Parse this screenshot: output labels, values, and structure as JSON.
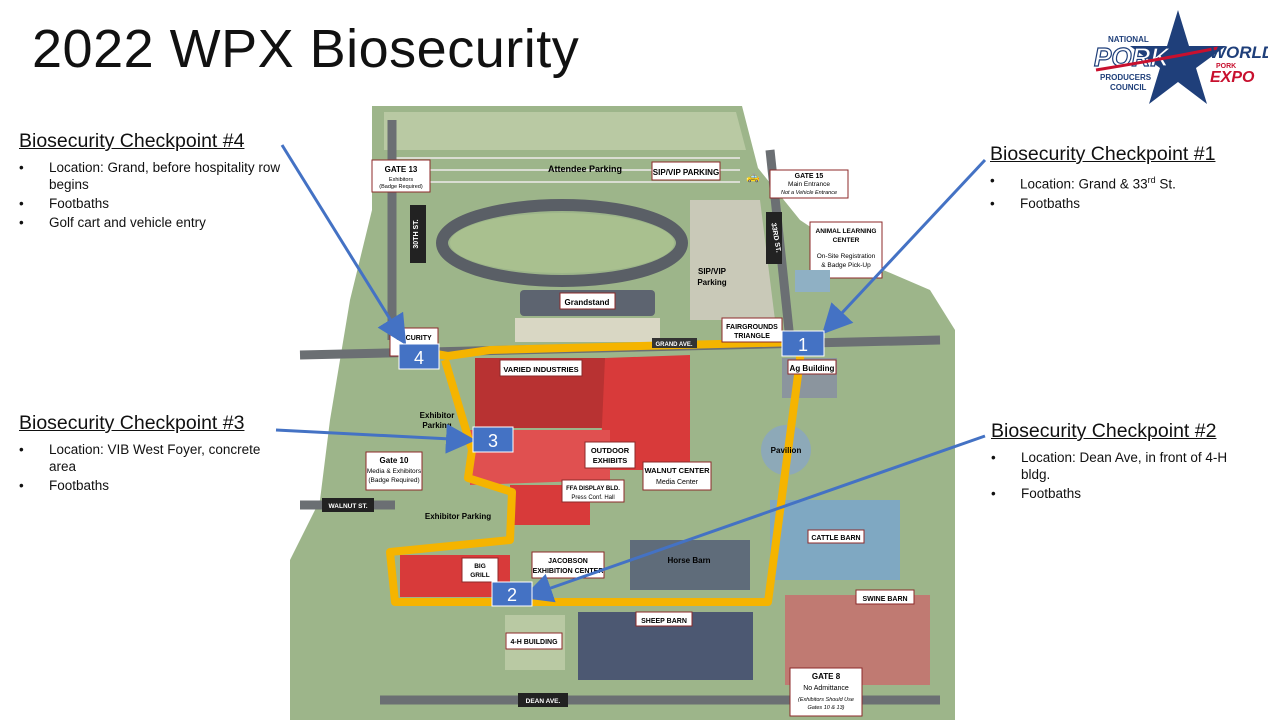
{
  "slide": {
    "title": "2022 WPX Biosecurity"
  },
  "logo": {
    "line1": "NATIONAL",
    "pork": "PORK",
    "line3": "PRODUCERS",
    "line4": "COUNCIL",
    "world": "WORLD",
    "pork_small": "PORK",
    "expo": "EXPO"
  },
  "checkpoints": [
    {
      "heading": "Biosecurity Checkpoint #4",
      "bullets": [
        "Location: Grand, before hospitality row begins",
        "Footbaths",
        "Golf cart and vehicle entry"
      ]
    },
    {
      "heading": "Biosecurity Checkpoint #3",
      "bullets": [
        "Location: VIB West Foyer, concrete area",
        "Footbaths"
      ]
    },
    {
      "heading": "Biosecurity Checkpoint #1",
      "bullets": [
        "Location: Grand & 33",
        "Footbaths"
      ],
      "bullet_sup": "rd",
      "bullet_suffix": " St."
    },
    {
      "heading": "Biosecurity Checkpoint #2",
      "bullets": [
        "Location: Dean Ave, in front of 4-H bldg.",
        "Footbaths"
      ]
    }
  ],
  "markers": [
    "4",
    "3",
    "1",
    "2"
  ],
  "map_labels": {
    "gate13": "GATE 13",
    "gate13_sub1": "Exhibitors",
    "gate13_sub2": "(Badge Required)",
    "attendee_parking": "Attendee Parking",
    "sip_vip_parking": "SIP/VIP PARKING",
    "gate15": "GATE 15",
    "gate15_sub1": "Main Entrance",
    "gate15_sub2": "Not a Vehicle Entrance",
    "st30": "30TH ST.",
    "st33": "33RD ST.",
    "alc1": "ANIMAL LEARNING",
    "alc2": "CENTER",
    "alc3": "On-Site Registration",
    "alc4": "& Badge Pick-Up",
    "sip_vip_lot1": "SIP/VIP",
    "sip_vip_lot2": "Parking",
    "grandstand": "Grandstand",
    "security": "SECURITY",
    "grand_ave": "GRAND AVE.",
    "fairgrounds1": "FAIRGROUNDS",
    "fairgrounds2": "TRIANGLE",
    "ag_building": "Ag Building",
    "varied_industries": "VARIED INDUSTRIES",
    "exhibitor_parking_1a": "Exhibitor",
    "exhibitor_parking_1b": "Parking",
    "outdoor1": "OUTDOOR",
    "outdoor2": "EXHIBITS",
    "walnut_center": "WALNUT CENTER",
    "media_center": "Media Center",
    "pavilion": "Pavilion",
    "gate10": "Gate 10",
    "gate10_sub1": "Media & Exhibitors",
    "gate10_sub2": "(Badge Required)",
    "ffa1": "FFA DISPLAY BLD.",
    "ffa2": "Press Conf. Hall",
    "walnut_st": "WALNUT ST.",
    "exhibitor_parking_2": "Exhibitor Parking",
    "cattle_barn": "CATTLE BARN",
    "big_grill1": "BIG",
    "big_grill2": "GRILL",
    "jacobson1": "JACOBSON",
    "jacobson2": "EXHIBITION CENTER",
    "horse_barn": "Horse Barn",
    "swine_barn": "SWINE BARN",
    "sheep_barn": "SHEEP BARN",
    "four_h": "4-H BUILDING",
    "gate8": "GATE 8",
    "gate8_sub1": "No Admittance",
    "gate8_sub2": "(Exhibitors Should Use",
    "gate8_sub3": "Gates 10 & 13)",
    "dean_ave": "DEAN AVE."
  },
  "colors": {
    "map_green": "#9db58a",
    "route": "#f5b400",
    "checkpoint_blue": "#4472c4",
    "exhibit_red": "#d83a3a",
    "arrow": "#4472c4"
  }
}
